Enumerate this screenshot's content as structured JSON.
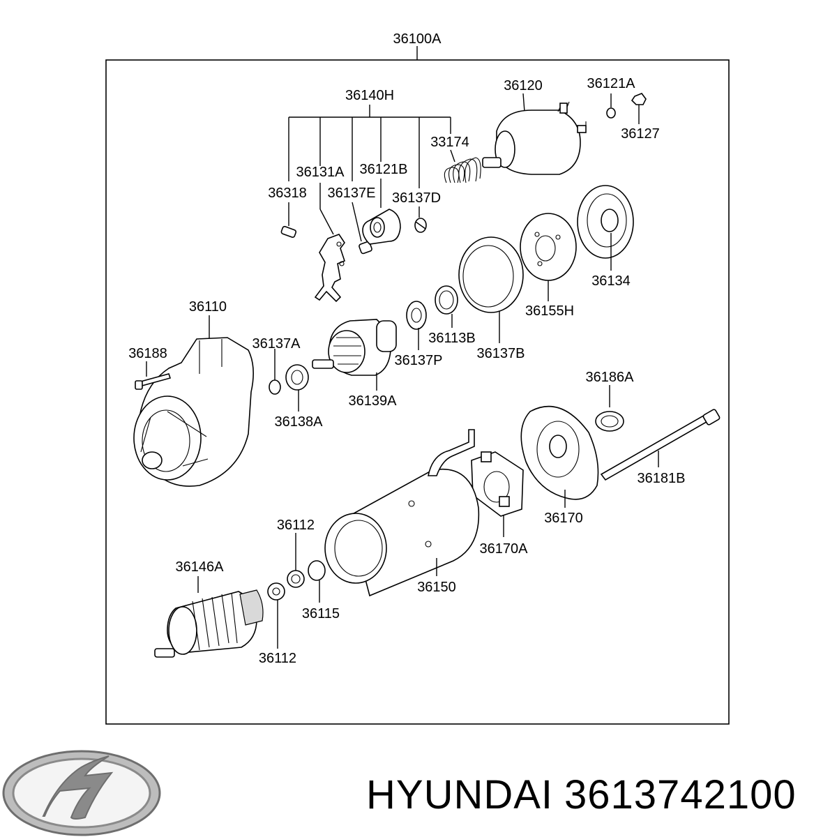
{
  "diagram": {
    "assembly_number": "36100A",
    "callouts": {
      "c36140H": "36140H",
      "c36120": "36120",
      "c36121A": "36121A",
      "c36127": "36127",
      "c33174": "33174",
      "c36131A": "36131A",
      "c36121B": "36121B",
      "c36318": "36318",
      "c36137E": "36137E",
      "c36137D": "36137D",
      "c36134": "36134",
      "c36155H": "36155H",
      "c36110": "36110",
      "c36113B": "36113B",
      "c36137B": "36137B",
      "c36137A": "36137A",
      "c36188": "36188",
      "c36137P": "36137P",
      "c36139A": "36139A",
      "c36138A": "36138A",
      "c36186A": "36186A",
      "c36181B": "36181B",
      "c36170": "36170",
      "c36112a": "36112",
      "c36170A": "36170A",
      "c36146A": "36146A",
      "c36150": "36150",
      "c36115": "36115",
      "c36112b": "36112"
    }
  },
  "caption": {
    "brand": "HYUNDAI",
    "part_number": "3613742100"
  },
  "logo": {
    "name": "hyundai-logo",
    "color": "#8a8a8a"
  }
}
